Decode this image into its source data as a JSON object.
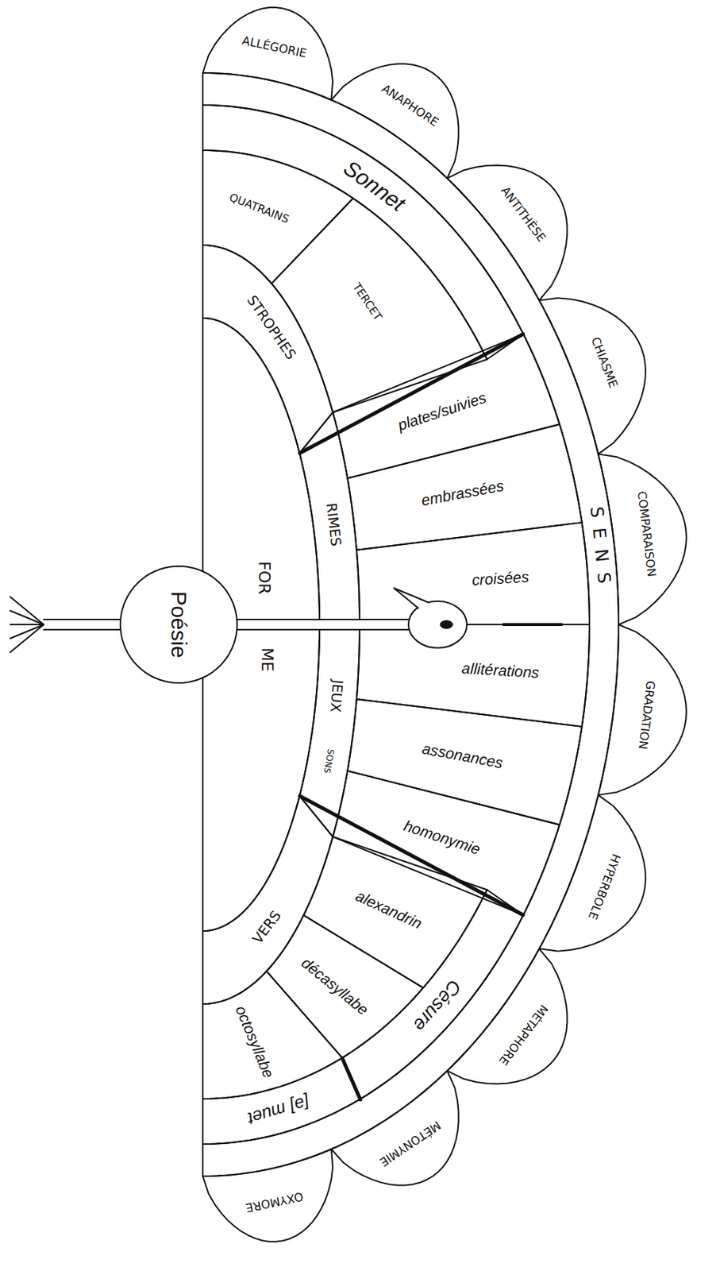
{
  "diagram": {
    "nodes": [
      {
        "text": [
          "Poésie"
        ]
      },
      {
        "text": [
          "FOR",
          "ME"
        ]
      },
      {
        "text": [
          "STROPHES"
        ]
      },
      {
        "text": [
          "QUATRAINS"
        ]
      },
      {
        "text": [
          "TERCET"
        ]
      },
      {
        "text": [
          "Sonnet"
        ]
      },
      {
        "text": [
          "RIMES"
        ]
      },
      {
        "text": [
          "plates/suivies"
        ]
      },
      {
        "text": [
          "embrassées"
        ]
      },
      {
        "text": [
          "croisées"
        ]
      },
      {
        "text": [
          "JEUX",
          "SONS"
        ]
      },
      {
        "text": [
          "allitérations"
        ]
      },
      {
        "text": [
          "assonances"
        ]
      },
      {
        "text": [
          "homonymie"
        ]
      },
      {
        "text": [
          "VERS"
        ]
      },
      {
        "text": [
          "alexandrin"
        ]
      },
      {
        "text": [
          "décasyllabe"
        ]
      },
      {
        "text": [
          "octosyllabe"
        ]
      },
      {
        "text": [
          "Césure"
        ]
      },
      {
        "text": [
          "[ə] muet"
        ]
      },
      {
        "text": [
          "SENS"
        ]
      },
      {
        "text": [
          "ALLÉGORIE"
        ]
      },
      {
        "text": [
          "ANAPHORE"
        ]
      },
      {
        "text": [
          "ANTITHÈSE"
        ]
      },
      {
        "text": [
          "CHIASME"
        ]
      },
      {
        "text": [
          "COMPARAISON"
        ]
      },
      {
        "text": [
          "GRADATION"
        ]
      },
      {
        "text": [
          "HYPERBOLE"
        ]
      },
      {
        "text": [
          "MÉTAPHORE"
        ]
      },
      {
        "text": [
          "MÉTONYMIE"
        ]
      },
      {
        "text": [
          "OXYMORE"
        ]
      }
    ]
  }
}
